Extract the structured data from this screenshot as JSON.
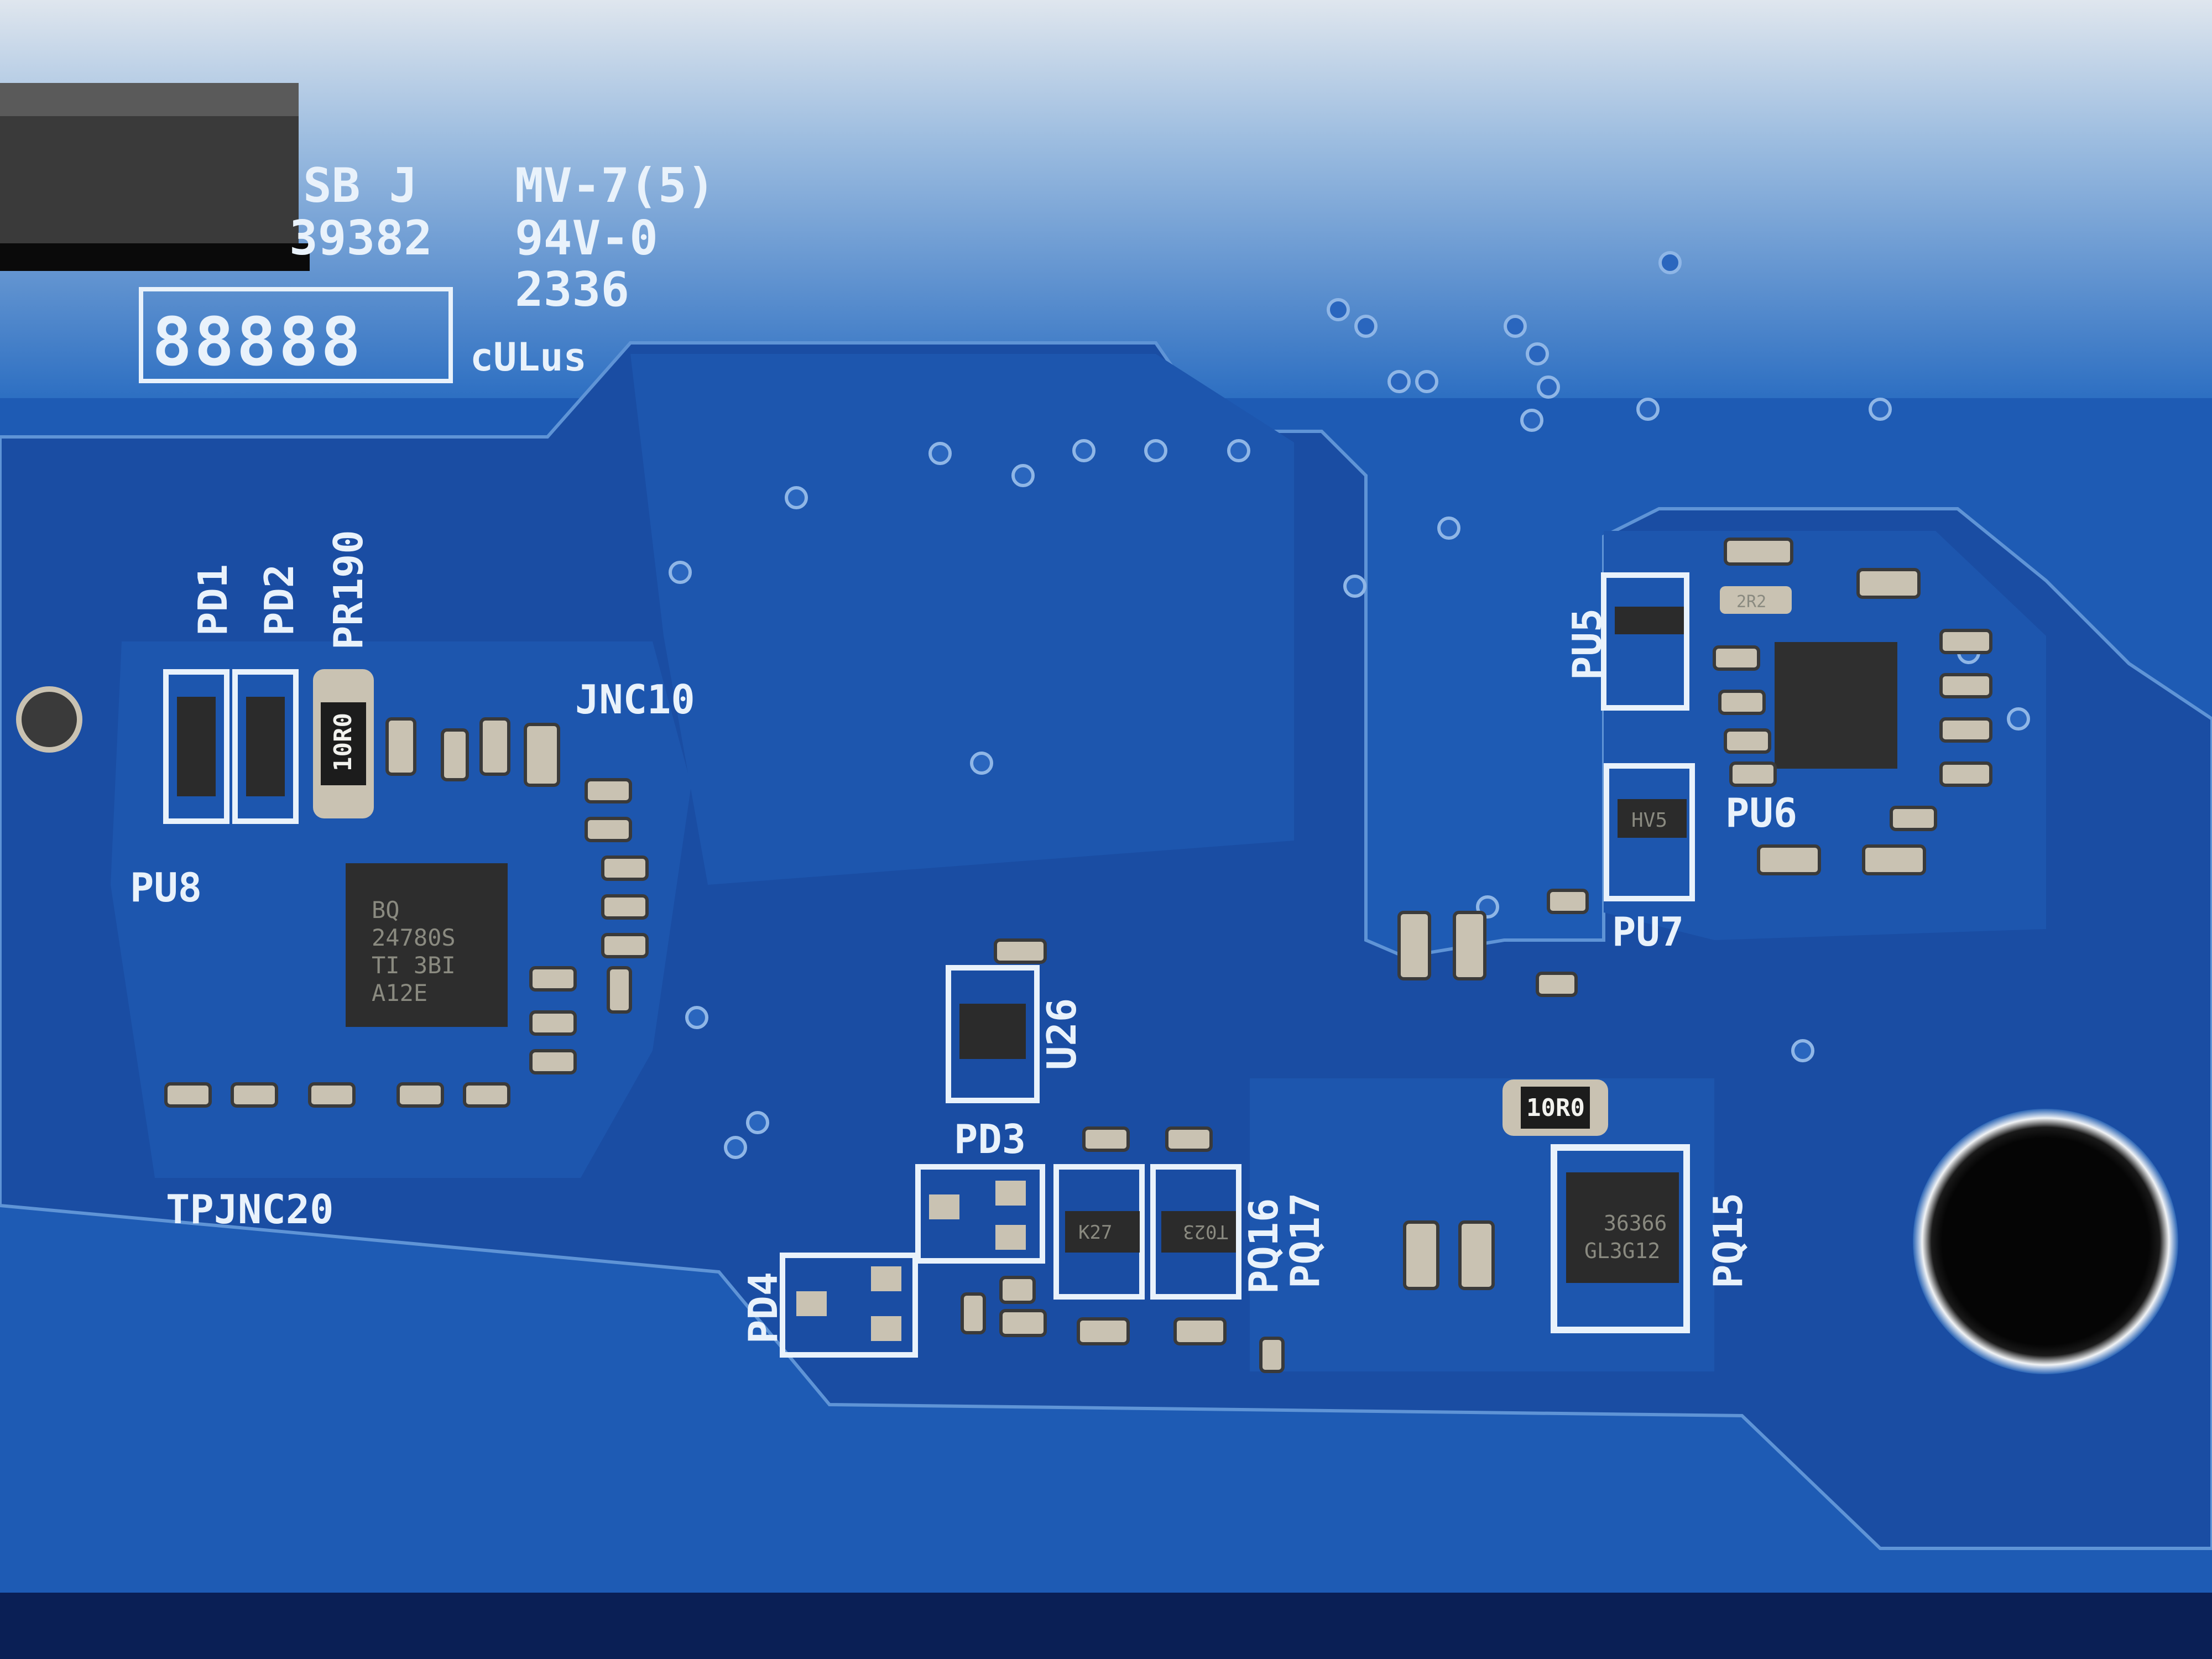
{
  "colors": {
    "board": "#1f5fb8",
    "pour": "#1a4fa6",
    "light_area": "#6f9fcf",
    "silkscreen": "#e9f2fb",
    "chip": "#2b2b2b",
    "pad": "#c9c2b2"
  },
  "board_markings": {
    "line1_left": "SB J",
    "line1_right": "MV-7(5)",
    "line2_left": "39382",
    "line2_right": "94V-0",
    "line3_right": "2336",
    "date_box": "88888",
    "cert_mark": "cULus"
  },
  "refdes": {
    "pd1": "PD1",
    "pd2": "PD2",
    "pr190": "PR190",
    "jnc10": "JNC10",
    "pu8": "PU8",
    "tpjnc20": "TPJNC20",
    "u26": "U26",
    "pd3": "PD3",
    "pd4": "PD4",
    "pq16": "PQ16",
    "pq17": "PQ17",
    "pq15": "PQ15",
    "pu5": "PU5",
    "pu6": "PU6",
    "pu7": "PU7"
  },
  "chip_markings": {
    "charger_line1": "BQ",
    "charger_line2": "24780S",
    "charger_line3": "TI 3BI",
    "charger_line4": "A12E",
    "mosfet_line1": "36366",
    "mosfet_line2": "GL3G12",
    "pq16": "K27",
    "pq17": "T023",
    "pu7": "HV5",
    "resistor_pr190": "10R0",
    "resistor_main": "10R0",
    "inductor_small": "2R2"
  }
}
